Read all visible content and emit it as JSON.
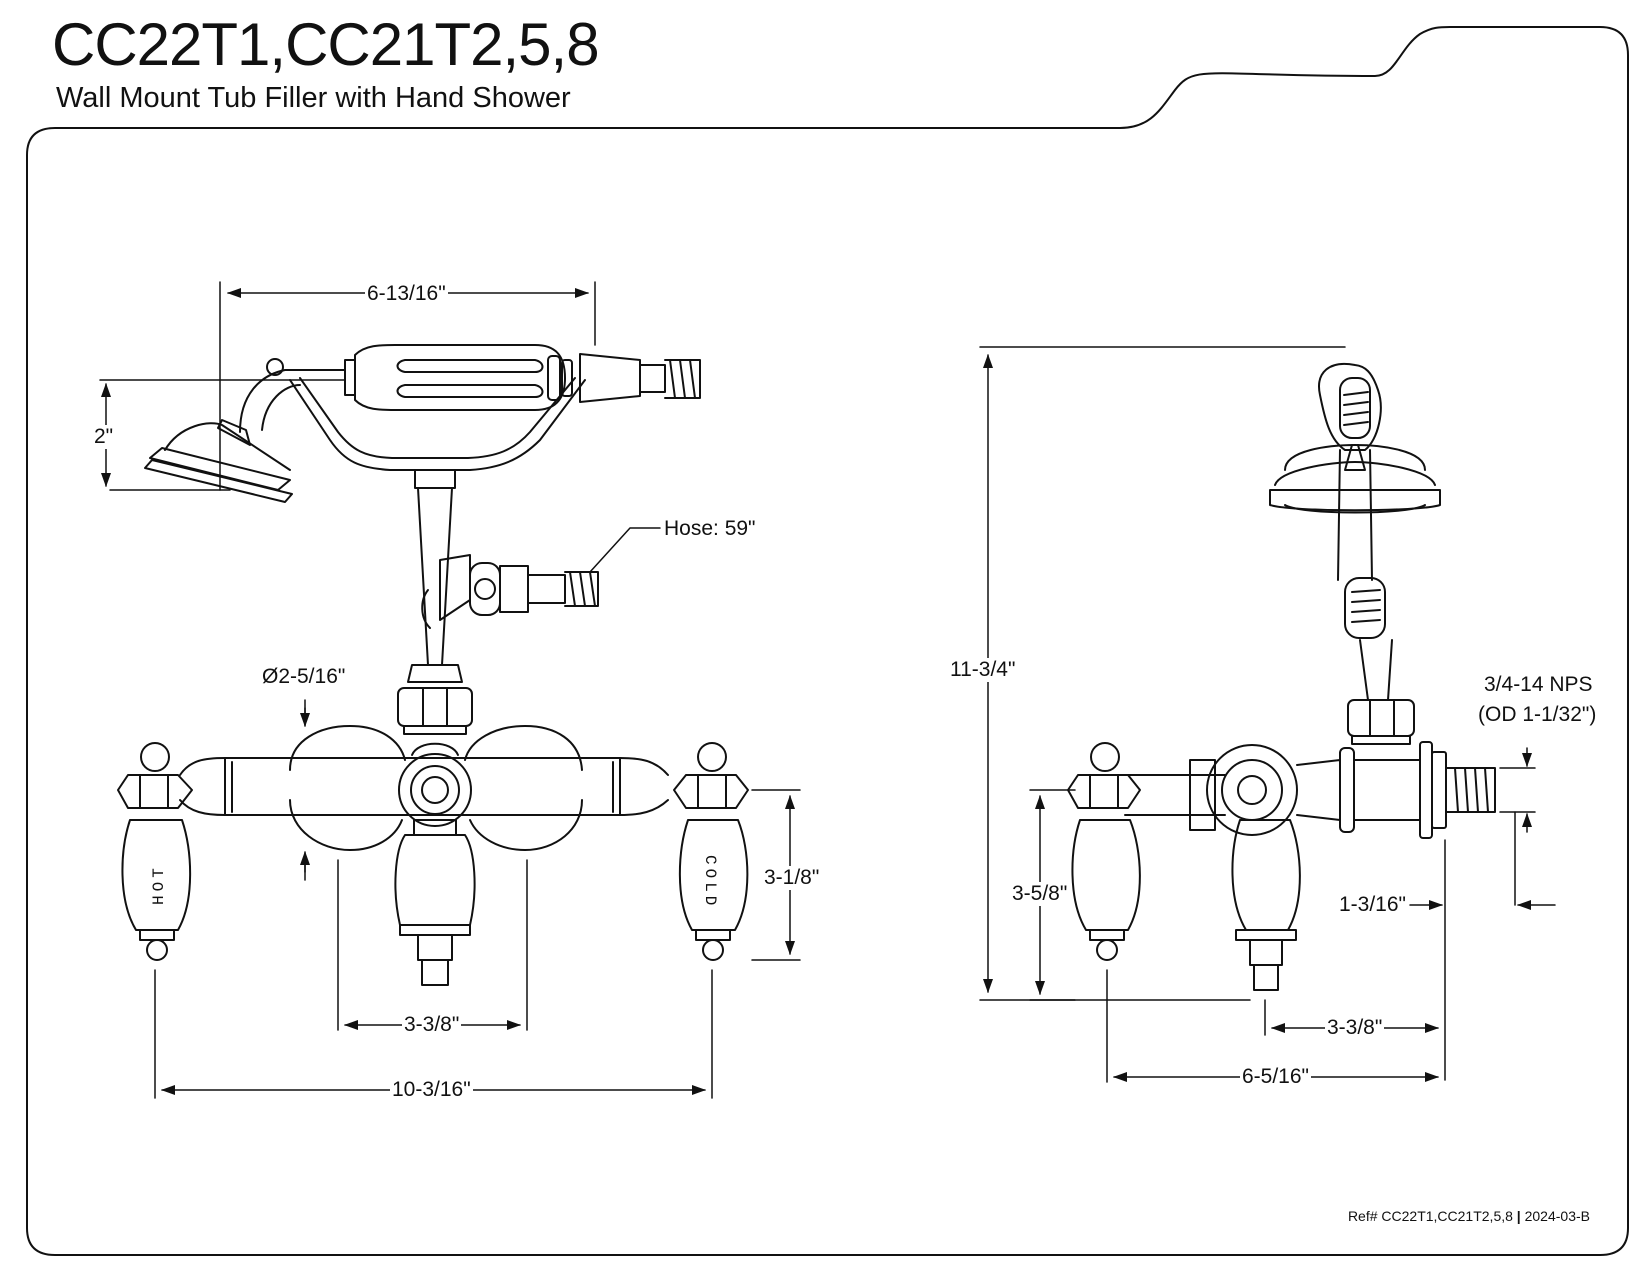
{
  "header": {
    "model": "CC22T1,CC21T2,5,8",
    "description": "Wall Mount Tub Filler with Hand Shower"
  },
  "front_view": {
    "handle_left_label": "HOT",
    "handle_right_label": "COLD",
    "dims": {
      "handshower_length": "6-13/16\"",
      "handshower_height": "2\"",
      "hose": "Hose: 59\"",
      "flange_dia": "Ø2-5/16\"",
      "handle_height": "3-1/8\"",
      "center_spacing": "3-3/8\"",
      "overall_width": "10-3/16\""
    }
  },
  "side_view": {
    "dims": {
      "overall_height": "11-3/4\"",
      "connection_line1": "3/4-14 NPS",
      "connection_line2": "(OD 1-1/32\")",
      "handle_height": "3-5/8\"",
      "inlet_projection": "1-3/16\"",
      "center_spacing": "3-3/8\"",
      "overall_depth": "6-5/16\""
    }
  },
  "footer": {
    "ref": "Ref# CC22T1,CC21T2,5,8",
    "separator": "|",
    "revision": "2024-03-B"
  }
}
